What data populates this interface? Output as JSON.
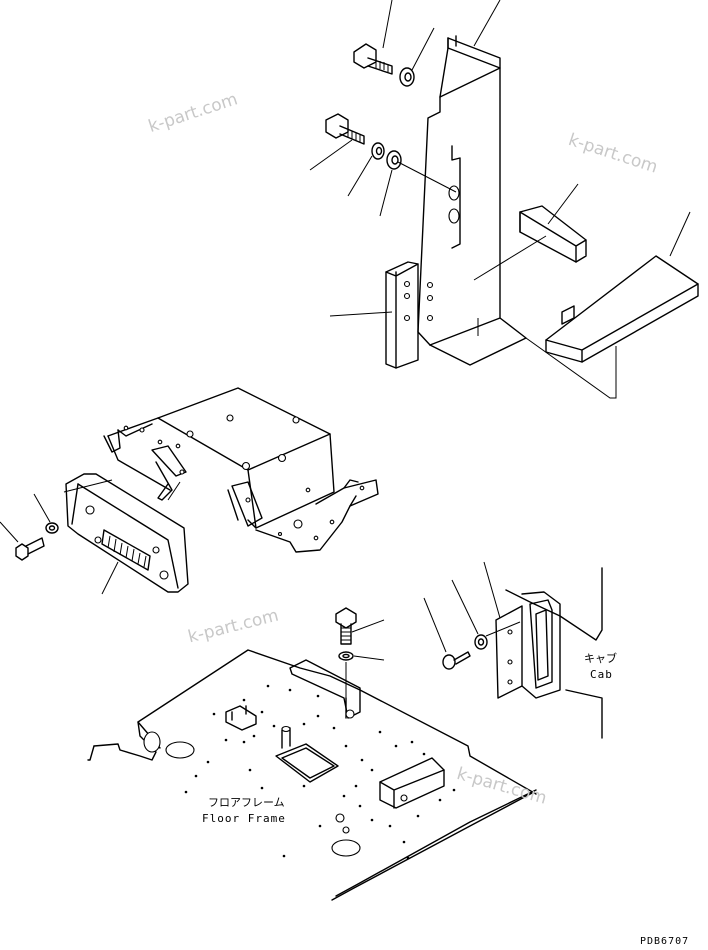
{
  "watermarks": [
    "k-part.com",
    "k-part.com",
    "k-part.com",
    "k-part.com"
  ],
  "labels": {
    "cab_jp": "キャブ",
    "cab_en": "Cab",
    "floor_jp": "フロアフレーム",
    "floor_en": "Floor Frame"
  },
  "drawing_number": "PDB6707"
}
